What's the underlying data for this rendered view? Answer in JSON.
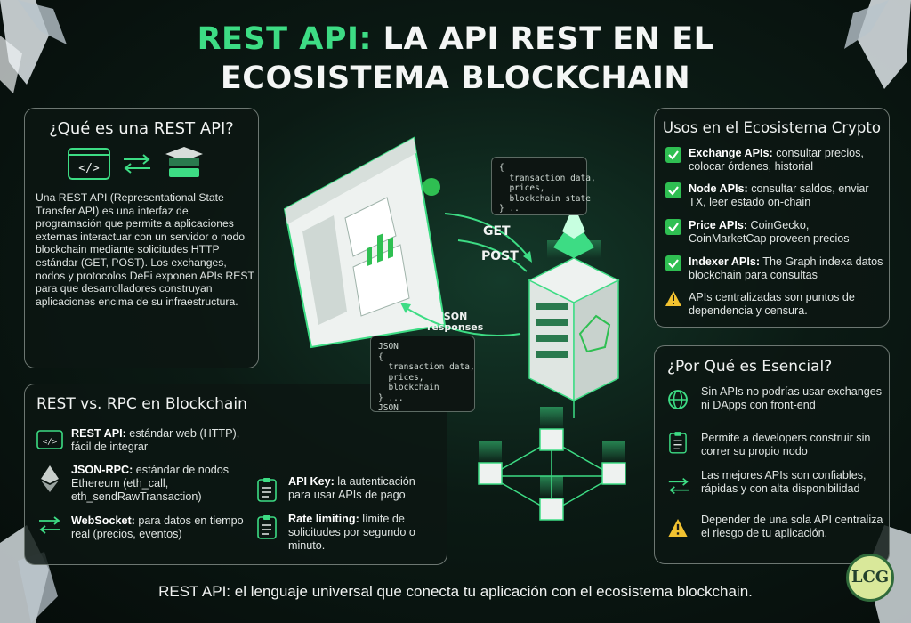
{
  "title": {
    "accent": "REST API:",
    "line1_rest": " LA API REST EN EL",
    "line2": "ECOSISTEMA BLOCKCHAIN"
  },
  "what": {
    "heading": "¿Qué es una REST API?",
    "body": "Una REST API (Representational State Transfer API) es una interfaz de programación que permite a aplicaciones externas interactuar con un servidor o nodo blockchain mediante solicitudes HTTP estándar (GET, POST). Los exchanges, nodos y protocolos DeFi exponen APIs REST para que desarrolladores construyan aplicaciones encima de su infraestructura."
  },
  "rest_vs_rpc": {
    "heading": "REST vs. RPC en Blockchain",
    "items": [
      {
        "term": "REST API:",
        "desc": " estándar web (HTTP), fácil de integrar"
      },
      {
        "term": "JSON-RPC:",
        "desc": " estándar de nodos Ethereum (eth_call, eth_sendRawTransaction)"
      },
      {
        "term": "WebSocket:",
        "desc": " para datos en tiempo real (precios, eventos)"
      },
      {
        "term": "API Key:",
        "desc": " la autenticación para usar APIs de pago"
      },
      {
        "term": "Rate limiting:",
        "desc": " límite de solicitudes por segundo o minuto."
      }
    ]
  },
  "uses": {
    "heading": "Usos en el Ecosistema Crypto",
    "items": [
      {
        "term": "Exchange APIs:",
        "desc": " consultar precios, colocar órdenes, historial"
      },
      {
        "term": "Node APIs:",
        "desc": " consultar saldos, enviar TX, leer estado on-chain"
      },
      {
        "term": "Price APIs:",
        "desc": " CoinGecko, CoinMarketCap proveen precios"
      },
      {
        "term": "Indexer APIs:",
        "desc": " The Graph indexa datos blockchain para consultas"
      },
      {
        "term": "",
        "desc": "APIs centralizadas son puntos de dependencia y censura."
      }
    ]
  },
  "why": {
    "heading": "¿Por Qué es Esencial?",
    "items": [
      "Sin APIs no podrías usar exchanges ni DApps con front-end",
      "Permite a developers construir sin correr su propio nodo",
      "Las mejores APIs son confiables, rápidas y con alta disponibilidad",
      "Depender de una sola API centraliza el riesgo de tu aplicación."
    ]
  },
  "diagram": {
    "code_top": "{\n  transaction data,\n  prices,\n  blockchain state\n} ..",
    "code_bottom": "JSON\n{\n  transaction data,\n  prices,\n  blockchain\n} ...\nJSON",
    "get_label": "GET",
    "post_label": "POST",
    "json_label_1": "JSON",
    "json_label_2": "responses"
  },
  "footer": "REST API: el lenguaje universal que conecta tu aplicación con el ecosistema blockchain.",
  "logo": "LCG",
  "colors": {
    "accent": "#3ddc84",
    "check": "#2fbf52",
    "warning": "#f2c230",
    "panel_border": "#6d7772"
  }
}
